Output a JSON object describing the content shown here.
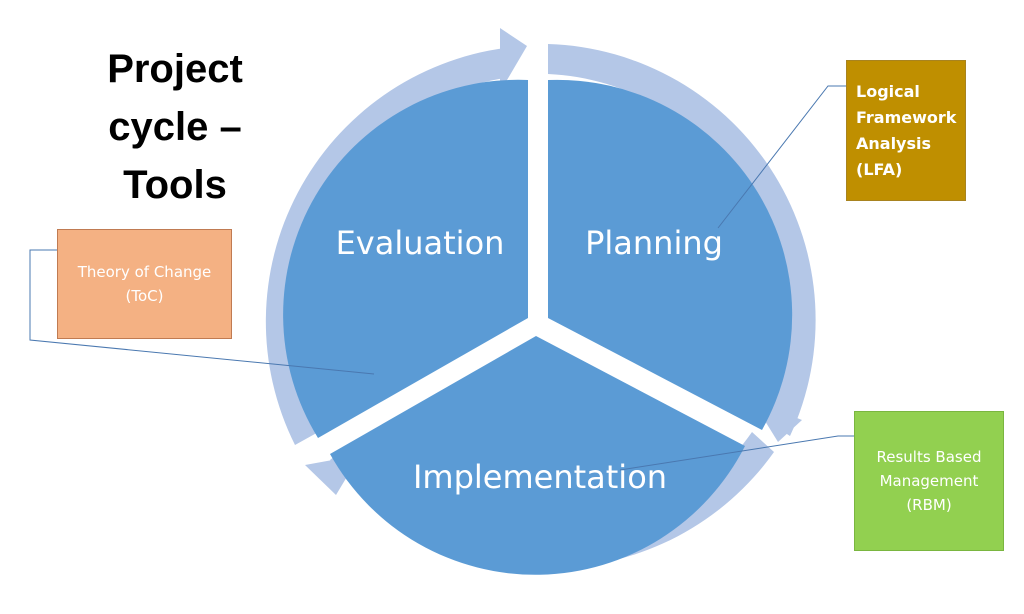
{
  "title": {
    "line1": "Project",
    "line2": "cycle –",
    "line3": "Tools"
  },
  "cycle": {
    "segments": [
      {
        "label": "Planning"
      },
      {
        "label": "Implementation"
      },
      {
        "label": "Evaluation"
      }
    ]
  },
  "callouts": {
    "lfa": {
      "lines": [
        "Logical",
        "Framework",
        "Analysis",
        "(LFA)"
      ]
    },
    "toc": {
      "lines": [
        "Theory of Change",
        "(ToC)"
      ]
    },
    "rbm": {
      "lines": [
        "Results Based",
        "Management",
        "(RBM)"
      ]
    }
  },
  "colors": {
    "segment_fill": "#5b9bd5",
    "arrow_ring": "#b4c7e7",
    "lfa_box": "#bf8f00",
    "toc_box": "#f4b183",
    "rbm_box": "#92d050",
    "connector_line": "#4a78b0"
  }
}
